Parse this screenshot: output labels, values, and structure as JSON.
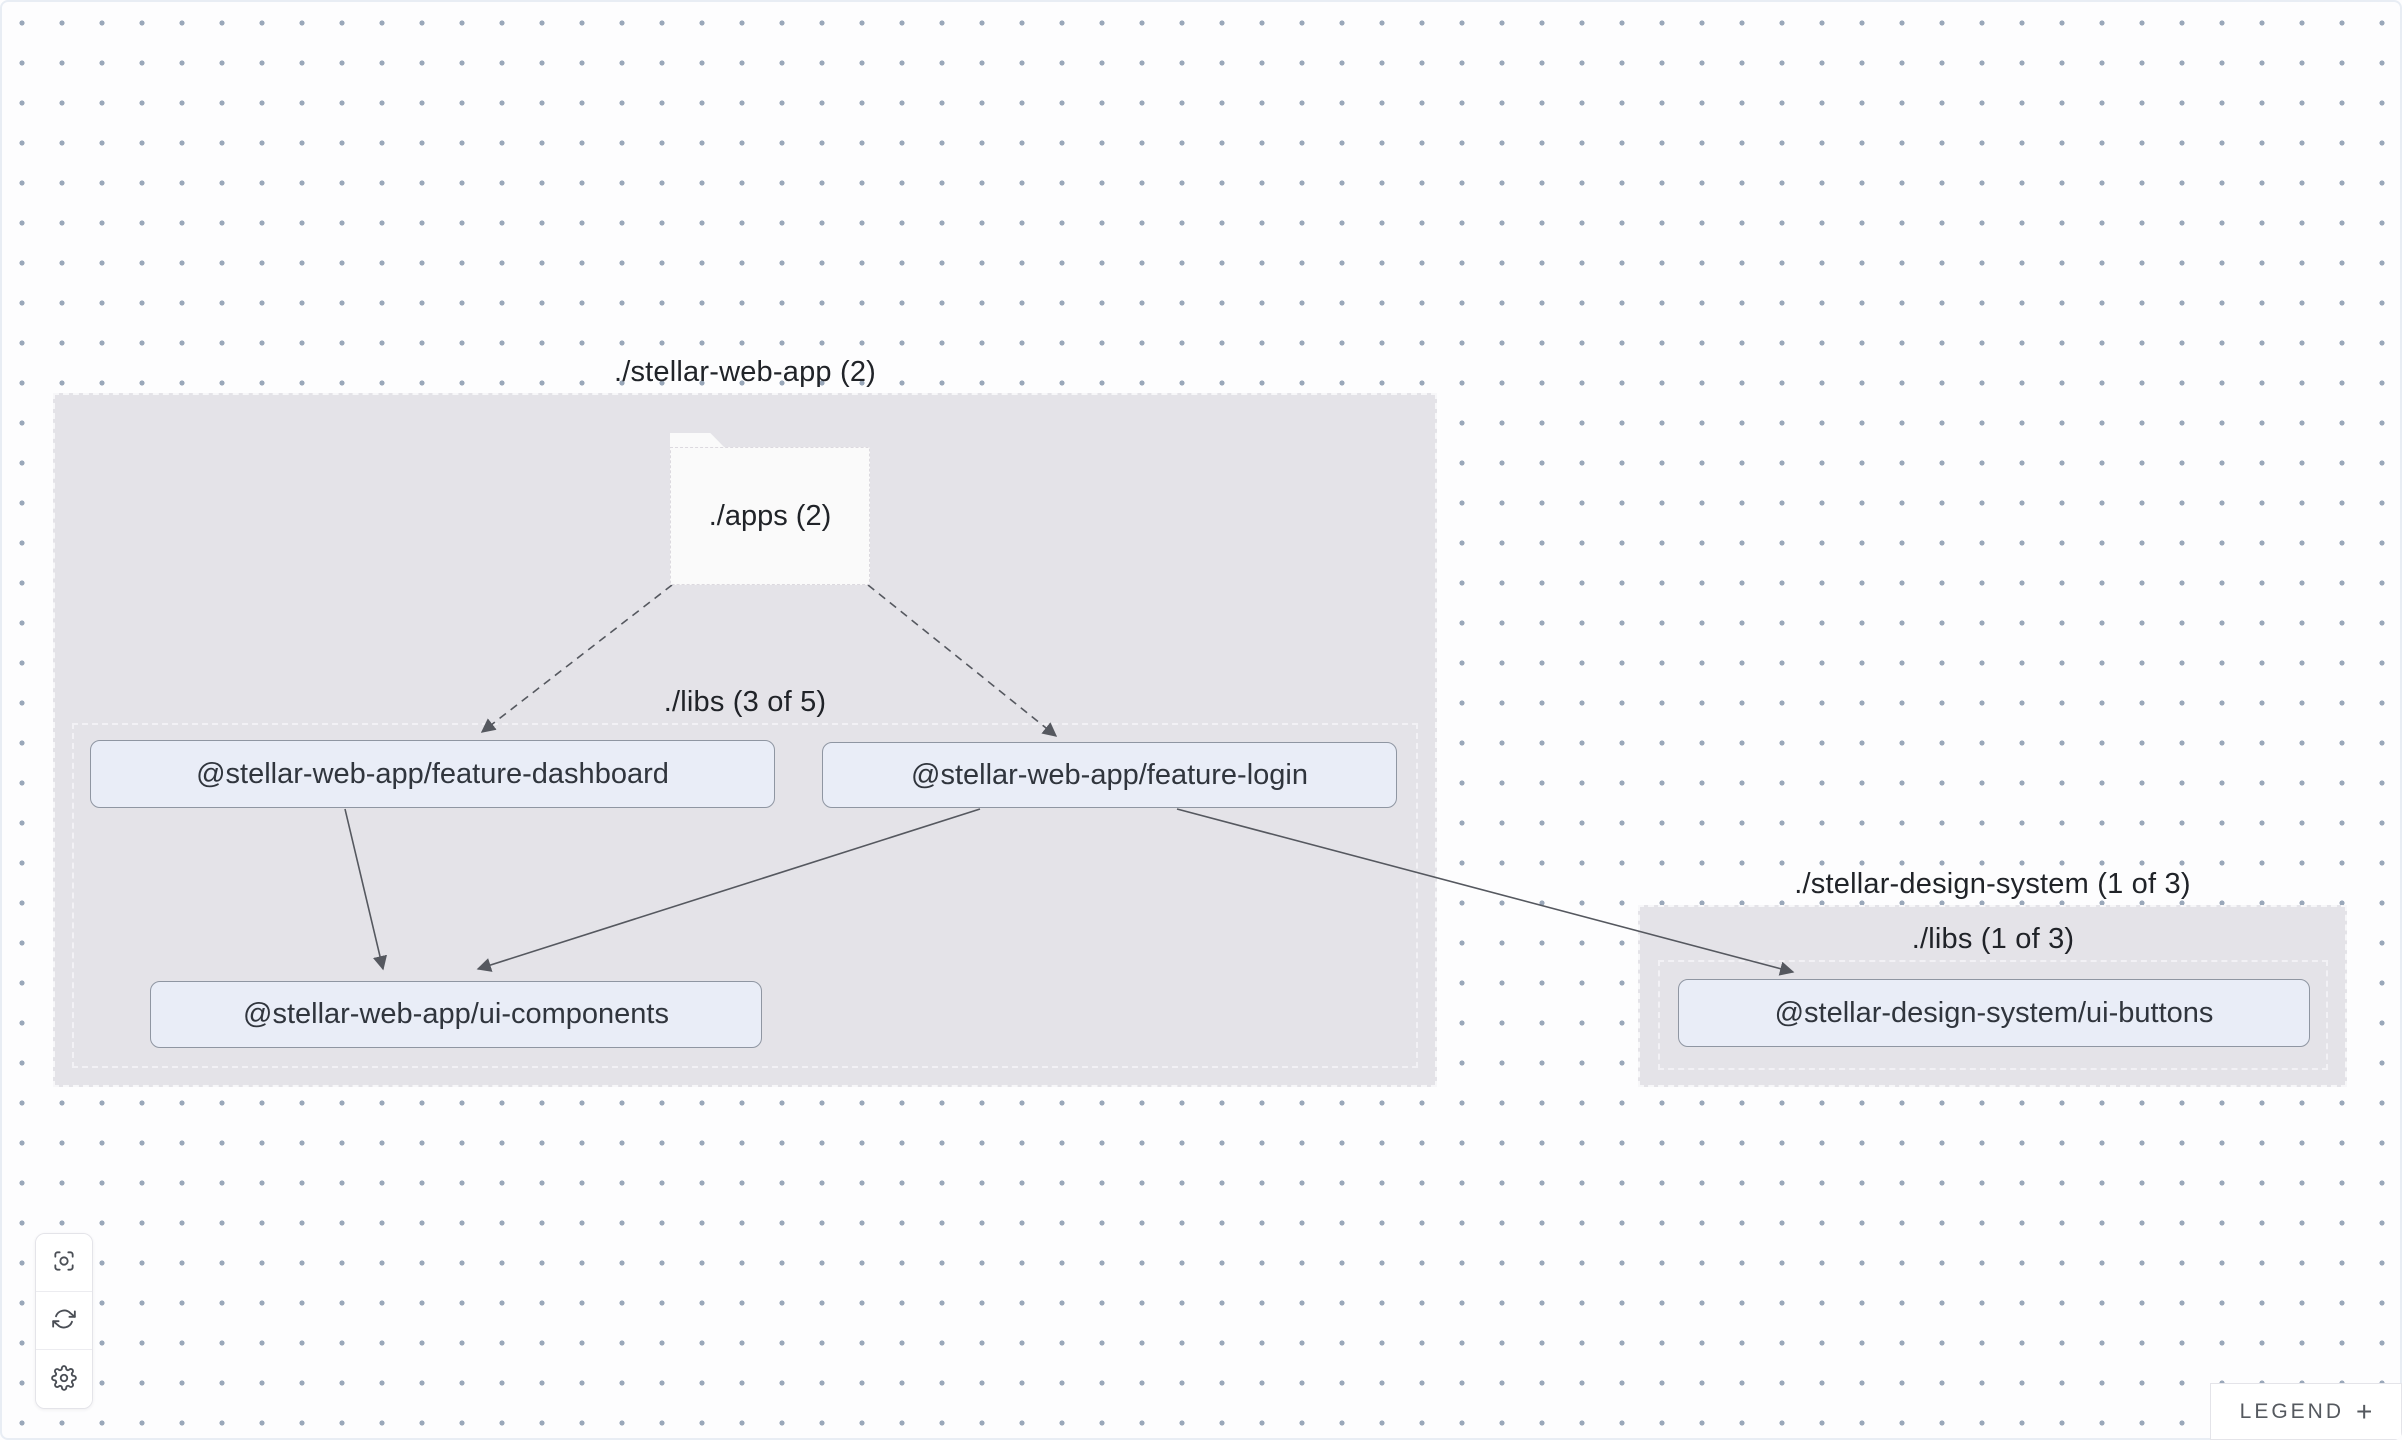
{
  "colors": {
    "canvas_background": "#fdfdfe",
    "dot_grid": "#9aa8ba",
    "group_fill": "#e4e3e8",
    "node_fill": "#e9edf7",
    "node_border": "#8f96a2",
    "node_text": "#30353d",
    "edge": "#55585f",
    "title_text": "#202328",
    "folder_fill": "#fafafa"
  },
  "groups": {
    "stellar_web_app": {
      "label": "./stellar-web-app (2)"
    },
    "web_app_libs": {
      "label": "./libs (3 of 5)"
    },
    "stellar_design_system": {
      "label": "./stellar-design-system (1 of 3)"
    },
    "design_system_libs": {
      "label": "./libs (1 of 3)"
    }
  },
  "folders": {
    "apps": {
      "label": "./apps (2)"
    }
  },
  "nodes": {
    "feature_dashboard": {
      "label": "@stellar-web-app/feature-dashboard"
    },
    "feature_login": {
      "label": "@stellar-web-app/feature-login"
    },
    "ui_components": {
      "label": "@stellar-web-app/ui-components"
    },
    "ui_buttons": {
      "label": "@stellar-design-system/ui-buttons"
    }
  },
  "edges": [
    {
      "from": "./apps",
      "to": "@stellar-web-app/feature-dashboard",
      "style": "dashed"
    },
    {
      "from": "./apps",
      "to": "@stellar-web-app/feature-login",
      "style": "dashed"
    },
    {
      "from": "@stellar-web-app/feature-dashboard",
      "to": "@stellar-web-app/ui-components",
      "style": "solid"
    },
    {
      "from": "@stellar-web-app/feature-login",
      "to": "@stellar-web-app/ui-components",
      "style": "solid"
    },
    {
      "from": "@stellar-web-app/feature-login",
      "to": "@stellar-design-system/ui-buttons",
      "style": "solid"
    }
  ],
  "toolbar": {
    "buttons": [
      {
        "icon": "focus-icon"
      },
      {
        "icon": "refresh-icon"
      },
      {
        "icon": "settings-icon"
      }
    ]
  },
  "legend": {
    "label": "LEGEND",
    "expand_icon": "+"
  }
}
